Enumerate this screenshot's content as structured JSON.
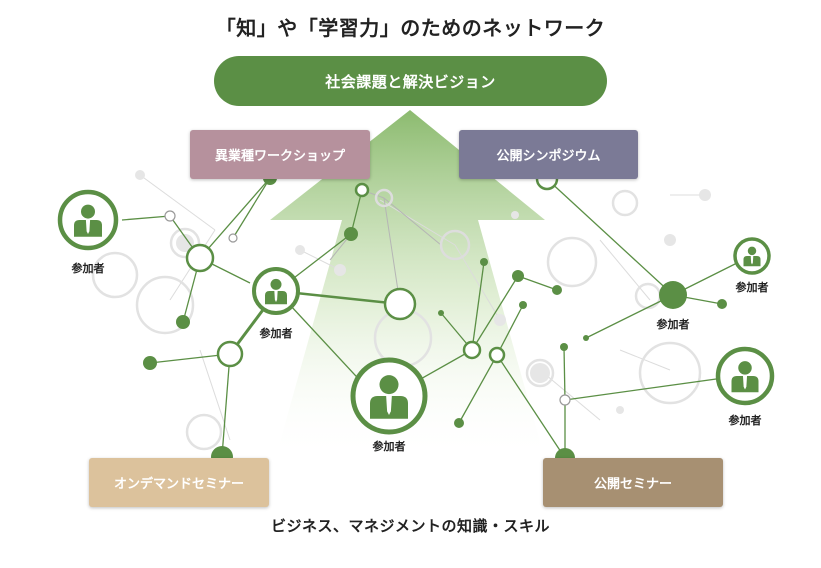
{
  "header": {
    "title": "「知」や「学習力」のためのネットワーク"
  },
  "goal": {
    "label": "社会課題と解決ビジョン"
  },
  "boxes": {
    "workshop": "異業種ワークショップ",
    "symposium": "公開シンポジウム",
    "ondemand": "オンデマンドセミナー",
    "seminar": "公開セミナー"
  },
  "participants": [
    {
      "label": "参加者"
    },
    {
      "label": "参加者"
    },
    {
      "label": "参加者"
    },
    {
      "label": "参加者"
    },
    {
      "label": "参加者"
    },
    {
      "label": "参加者"
    }
  ],
  "footer": {
    "text": "ビジネス、マネジメントの知識・スキル"
  },
  "colors": {
    "green": "#5b8f45",
    "workshop": "#b6919d",
    "symposium": "#7b7a96",
    "ondemand": "#dcc29c",
    "seminar": "#a79072"
  },
  "icons": [
    "person-icon"
  ]
}
